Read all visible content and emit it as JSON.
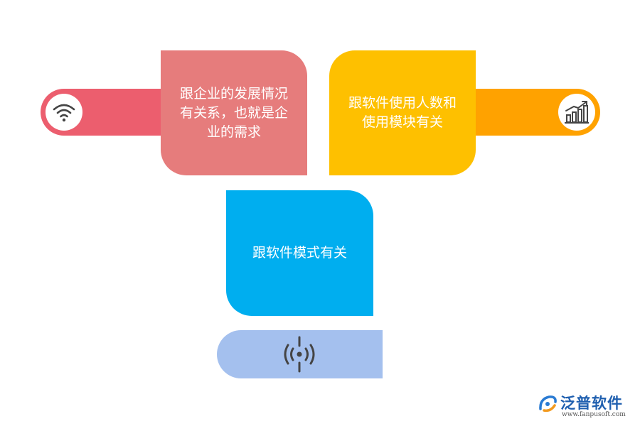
{
  "cards": [
    {
      "id": "enterprise",
      "text": "跟企业的发展情况有关系，也就是企业的需求",
      "color": "#E67C7C",
      "tab_color": "#EC5E6E",
      "icon": "wifi-icon"
    },
    {
      "id": "users",
      "text": "跟软件使用人数和使用模块有关",
      "color": "#FEC000",
      "tab_color": "#FFA200",
      "icon": "bar-chart-icon"
    },
    {
      "id": "mode",
      "text": "跟软件模式有关",
      "color": "#00AEEF",
      "tab_color": "#A4C0EE",
      "icon": "broadcast-icon"
    }
  ],
  "logo": {
    "brand": "泛普软件",
    "url": "www.fanpusoft.com"
  }
}
